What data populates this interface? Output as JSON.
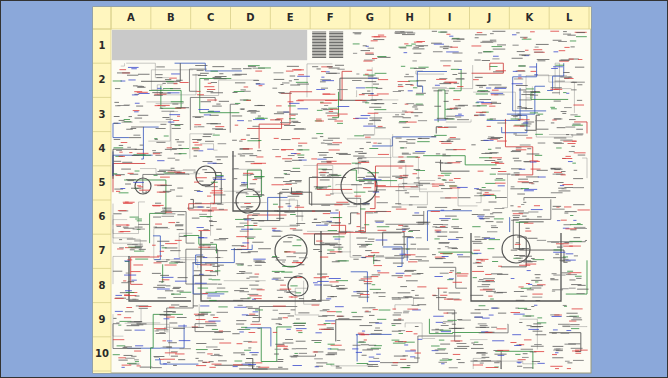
{
  "diagram": {
    "labels": [
      "A",
      "B",
      "C",
      "D",
      "E",
      "F",
      "G",
      "H",
      "I",
      "J",
      "K",
      "L",
      "1",
      "2",
      "3",
      "4",
      "5",
      "6",
      "7",
      "8",
      "9",
      "10"
    ]
  }
}
